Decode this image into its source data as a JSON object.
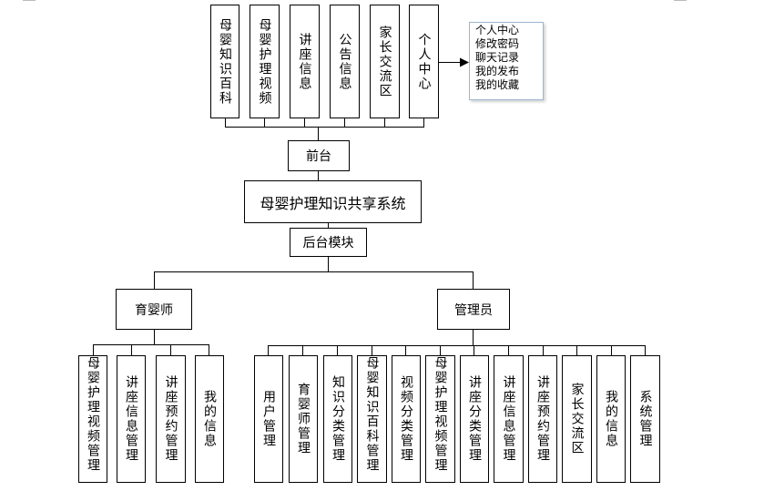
{
  "front_modules": [
    "母婴知识百科",
    "母婴护理视频",
    "讲座信息",
    "公告信息",
    "家长交流区",
    "个人中心"
  ],
  "personal_center_menu": [
    "个人中心",
    "修改密码",
    "聊天记录",
    "我的发布",
    "我的收藏"
  ],
  "frontend_label": "前台",
  "system_title": "母婴护理知识共享系统",
  "backend_label": "后台模块",
  "roles": {
    "nanny": {
      "label": "育婴师",
      "modules": [
        "母婴护理视频管理",
        "讲座信息管理",
        "讲座预约管理",
        "我的信息"
      ]
    },
    "admin": {
      "label": "管理员",
      "modules": [
        "用户管理",
        "育婴师管理",
        "知识分类管理",
        "母婴知识百科管理",
        "视频分类管理",
        "母婴护理视频管理",
        "讲座分类管理",
        "讲座信息管理",
        "讲座预约管理",
        "家长交流区",
        "我的信息",
        "系统管理"
      ]
    }
  }
}
